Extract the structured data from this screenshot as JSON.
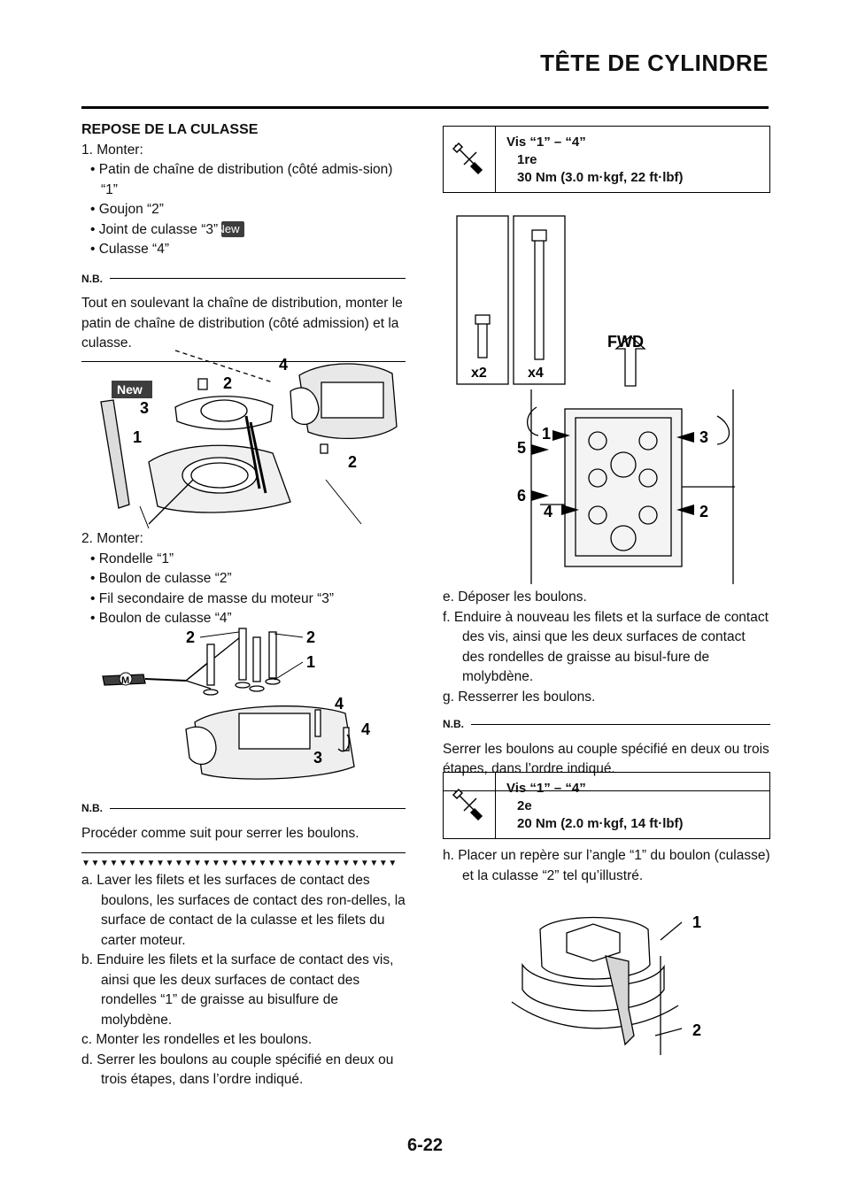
{
  "header": {
    "title": "TÊTE DE CYLINDRE"
  },
  "page_number": "6-22",
  "left": {
    "heading": "REPOSE DE LA CULASSE",
    "step1": "1. Monter:",
    "step1_items": [
      "• Patin de chaîne de distribution (côté admis-sion) “1”",
      "• Goujon “2”",
      "• Joint de culasse “3”",
      "• Culasse “4”"
    ],
    "new_badge": "New",
    "nb_label": "N.B.",
    "nb1_text": "Tout en soulevant la chaîne de distribution, monter le patin de chaîne de distribution (côté admission) et la culasse.",
    "fig1_labels": {
      "new": "New",
      "n1": "1",
      "n2a": "2",
      "n2b": "2",
      "n3": "3",
      "n4": "4"
    },
    "step2": "2. Monter:",
    "step2_items": [
      "• Rondelle “1”",
      "• Boulon de culasse “2”",
      "• Fil secondaire de masse du moteur “3”",
      "• Boulon de culasse “4”"
    ],
    "fig2_labels": {
      "n2a": "2",
      "n2b": "2",
      "n1": "1",
      "n4a": "4",
      "n4b": "4",
      "n3": "3",
      "m": "M"
    },
    "nb2_text": "Procéder comme suit pour serrer les boulons.",
    "triangles": "▼▼▼▼▼▼▼▼▼▼▼▼▼▼▼▼▼▼▼▼▼▼▼▼▼▼▼▼▼▼▼▼▼▼",
    "substeps": [
      "a. Laver les filets et les surfaces de contact des boulons, les surfaces de contact des ron-delles, la surface de contact de la culasse et les filets du carter moteur.",
      "b. Enduire les filets et la surface de contact des vis, ainsi que les deux surfaces de contact des rondelles “1” de graisse au bisulfure de molybdène.",
      "c. Monter les rondelles et les boulons.",
      "d. Serrer les boulons au couple spécifié en deux ou trois étapes, dans l’ordre indiqué."
    ]
  },
  "right": {
    "spec1": {
      "title": "Vis “1” – “4”",
      "stage": "1re",
      "torque": "30 Nm (3.0 m·kgf, 22 ft·lbf)"
    },
    "fig3_labels": {
      "x2": "x2",
      "x4": "x4",
      "fwd": "FWD",
      "n1": "1",
      "n2": "2",
      "n3": "3",
      "n4": "4",
      "n5": "5",
      "n6": "6"
    },
    "substeps": [
      "e. Déposer les boulons.",
      "f. Enduire à nouveau les filets et la surface de contact des vis, ainsi que les deux surfaces de contact des rondelles de graisse au bisul-fure de molybdène.",
      "g. Resserrer les boulons."
    ],
    "nb_label": "N.B.",
    "nb_text": "Serrer les boulons au couple spécifié en deux ou trois étapes, dans l’ordre indiqué.",
    "spec2": {
      "title": "Vis “1” – “4”",
      "stage": "2e",
      "torque": "20 Nm (2.0 m·kgf, 14 ft·lbf)"
    },
    "step_h": "h. Placer un repère sur l’angle “1” du boulon (culasse) et la culasse “2” tel qu’illustré.",
    "fig4_labels": {
      "n1": "1",
      "n2": "2"
    }
  }
}
